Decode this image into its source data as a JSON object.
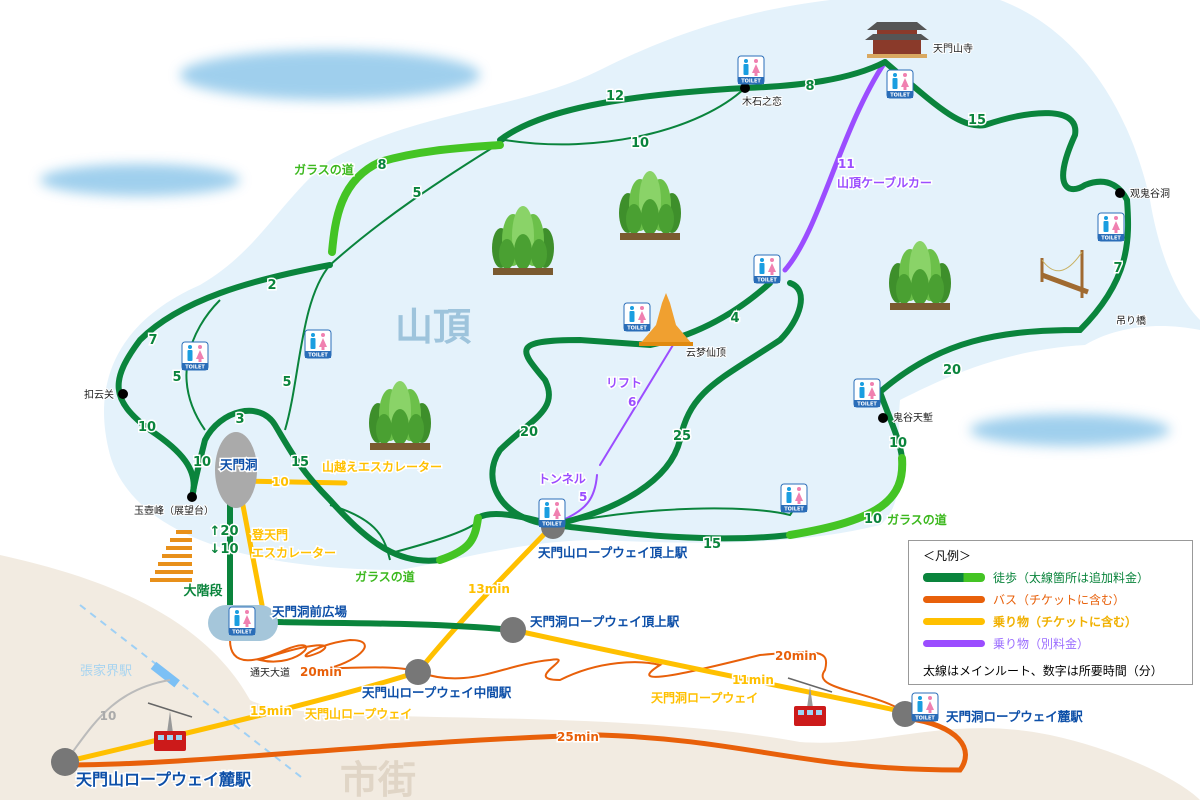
{
  "map": {
    "summit_area": "山頂",
    "town_area": "市街",
    "colors": {
      "walk": "#0a843c",
      "walk_extra": "#44c424",
      "bus": "#e8600a",
      "ride": "#ffc000",
      "ride_extra": "#9b4dff",
      "summit_bg": "#e4f2fb",
      "town_bg": "#f2ebe1"
    },
    "stations": {
      "tianmen_cave": "天門洞",
      "cave_plaza": "天門洞前広場",
      "tianmen_top": "天門山ロープウェイ頂上駅",
      "cave_ropeway_top": "天門洞ロープウェイ頂上駅",
      "tianmen_middle": "天門山ロープウェイ中間駅",
      "cave_ropeway_base": "天門洞ロープウェイ麓駅",
      "tianmen_base": "天門山ロープウェイ麓駅",
      "zhangjiajie": "張家界駅"
    },
    "spots": {
      "temple": "天門山寺",
      "mushi": "木石之恋",
      "guiguidong": "观鬼谷洞",
      "bridge": "吊り橋",
      "guigutianqian": "鬼谷天塹",
      "yunmeng": "云梦仙顶",
      "kouyun": "扣云关",
      "yuhu": "玉壺峰（展望台）",
      "tongtian": "通天大道",
      "stairs": "大階段"
    },
    "glass_road": "ガラスの道",
    "walk_times": [
      "12",
      "8",
      "15",
      "7",
      "20",
      "10",
      "10",
      "15",
      "4",
      "25",
      "20",
      "10",
      "8",
      "5",
      "2",
      "7",
      "5",
      "5",
      "3",
      "10",
      "10",
      "15",
      "↑20",
      "↓10"
    ],
    "rides": {
      "cablecar_time": "11",
      "cablecar": "山頂ケーブルカー",
      "lift": "リフト",
      "lift_time": "6",
      "tunnel": "トンネル",
      "tunnel_time": "5",
      "mountain_escalator": "山越えエスカレーター",
      "mountain_escalator_time": "10",
      "gate_escalator_1": "登天門",
      "gate_escalator_2": "エスカレーター",
      "tianmen_upper_time": "13min",
      "tianmen_lower_time": "15min",
      "tianmen_ropeway": "天門山ロープウェイ",
      "cave_ropeway_time": "11min",
      "cave_ropeway": "天門洞ロープウェイ",
      "bus_1": "20min",
      "bus_2": "20min",
      "bus_3": "25min",
      "station_walk": "10"
    },
    "toilet": "TOILET"
  },
  "legend": {
    "title": "＜凡例＞",
    "items": [
      {
        "label": "徒歩（太線箇所は追加料金）",
        "color": "#0a843c"
      },
      {
        "label": "バス（チケットに含む）",
        "color": "#e8600a"
      },
      {
        "label": "乗り物（チケットに含む）",
        "color": "#ffc000"
      },
      {
        "label": "乗り物（別料金）",
        "color": "#9b4dff"
      }
    ],
    "note": "太線はメインルート、数字は所要時間（分）"
  }
}
